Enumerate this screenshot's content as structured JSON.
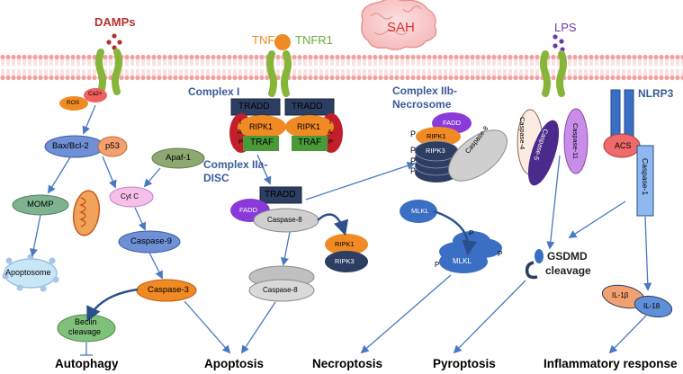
{
  "membrane": {
    "dampsLabel": "DAMPs",
    "tnfLabel": "TNF",
    "tnfr1Label": "TNFR1",
    "sahLabel": "SAH",
    "lpsLabel": "LPS",
    "nlrp3Label": "NLRP3"
  },
  "mito": {
    "ca": "Ca2+",
    "ros": "ROS",
    "baxBcl2": "Bax/Bcl-2",
    "p53": "p53",
    "apaf1": "Apaf-1",
    "momp": "MOMP",
    "cytC": "Cyt C",
    "caspase9": "Caspase-9",
    "apoptosome": "Apoptosome",
    "caspase3": "Caspase-3",
    "beclin": "Beclin",
    "cleavage": "cleavage"
  },
  "complex1": {
    "title": "Complex I",
    "tradd": "TRADD",
    "ripk1": "RIPK1",
    "traf": "TRAF",
    "iap": [
      "I",
      "A",
      "P"
    ]
  },
  "complex2a": {
    "titleLine1": "Complex IIa-",
    "titleLine2": "DISC",
    "tradd": "TRADD",
    "fadd": "FADD",
    "caspase8": "Caspase-8",
    "ripk1": "RIPK1",
    "ripk3": "RIPK3",
    "caspase8b": "Caspase-8"
  },
  "complex2b": {
    "titleLine1": "Complex IIb-",
    "titleLine2": "Necrosome",
    "fadd": "FADD",
    "ripk1": "RIPK1",
    "ripk3": "RIPK3",
    "caspase8": "Caspase-8",
    "p": "P",
    "mlkl": "MLKL",
    "mlklOligo": "MLKL"
  },
  "pyro": {
    "caspase4": "Caspase-4",
    "caspase5": "Caspase-5",
    "caspase11": "Caspase-11",
    "acs": "ACS",
    "caspase1": "Caspase-1",
    "gsdmd1": "GSDMD",
    "gsdmd2": "cleavage",
    "il1b": "IL-1β",
    "il18": "IL-18"
  },
  "outcomes": {
    "autophagy": "Autophagy",
    "apoptosis": "Apoptosis",
    "necroptosis": "Necroptosis",
    "pyroptosis": "Pyroptosis",
    "inflammatory": "Inflammatory response"
  },
  "colors": {
    "arrow": "#4a78c2",
    "titleBlue": "#3b5a9a",
    "membrane": "#f3a0a0",
    "receptorGreen": "#86b53a",
    "dampsRed": "#b5312e",
    "lpsPurple": "#6a3aa8",
    "tnfOrange": "#f08a24",
    "tnfr1Green": "#6aaa3a"
  }
}
